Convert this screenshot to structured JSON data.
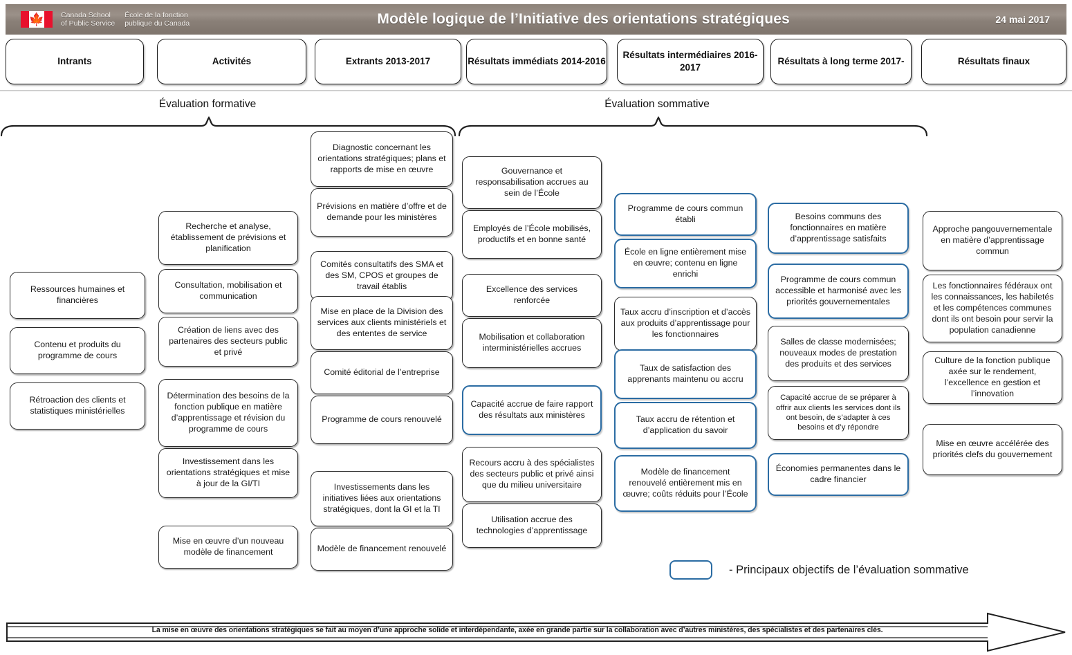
{
  "header": {
    "org_en": "Canada School\nof Public Service",
    "org_fr": "École de la fonction\npublique du Canada",
    "title": "Modèle logique de l’Initiative des orientations stratégiques",
    "date": "24 mai 2017",
    "flag_icon": "canada-flag-icon"
  },
  "columns": [
    {
      "id": "intrants",
      "label": "Intrants"
    },
    {
      "id": "activites",
      "label": "Activités"
    },
    {
      "id": "extrants",
      "label": "Extrants\n2013-2017"
    },
    {
      "id": "immediats",
      "label": "Résultats immédiats\n2014-2016"
    },
    {
      "id": "intermediaires",
      "label": "Résultats intermédiaires\n2016-2017"
    },
    {
      "id": "long-terme",
      "label": "Résultats à long terme\n2017-"
    },
    {
      "id": "finaux",
      "label": "Résultats finaux"
    }
  ],
  "evaluations": [
    {
      "id": "formative",
      "label": "Évaluation formative"
    },
    {
      "id": "sommative",
      "label": "Évaluation sommative"
    }
  ],
  "nodes": {
    "intrants": [
      "Ressources humaines et financières",
      "Contenu et produits du programme de cours",
      "Rétroaction des clients et statistiques ministérielles"
    ],
    "activites": [
      "Recherche et analyse, établissement de prévisions et planification",
      "Consultation, mobilisation et communication",
      "Création de liens avec des partenaires des secteurs public et privé",
      "Détermination des besoins de la fonction publique en matière d’apprentissage et révision du programme de cours",
      "Investissement dans les orientations stratégiques et mise à jour de la GI/TI",
      "Mise en œuvre d’un nouveau modèle de financement"
    ],
    "extrants": [
      "Diagnostic concernant les orientations stratégiques; plans et rapports de mise en œuvre",
      "Prévisions en matière d’offre et de demande pour les ministères",
      "Comités consultatifs des SMA et des SM, CPOS et groupes de travail établis",
      "Mise en place de la Division des services aux clients ministériels et des ententes de service",
      "Comité  éditorial de l’entreprise",
      "Programme de cours renouvelé",
      "Investissements dans les initiatives liées aux orientations stratégiques, dont la GI et la TI",
      "Modèle de financement renouvelé"
    ],
    "immediats": [
      "Gouvernance et responsabilisation accrues au sein de l’École",
      "Employés de l’École mobilisés, productifs et en bonne santé",
      "Excellence des services renforcée",
      "Mobilisation et collaboration interministérielles accrues",
      "Capacité accrue de faire rapport des résultats aux ministères",
      "Recours accru à des spécialistes des secteurs public et privé ainsi que du milieu universitaire",
      "Utilisation accrue des technologies d’apprentissage"
    ],
    "intermediaires": [
      "Programme de cours commun établi",
      "École en ligne entièrement mise en œuvre; contenu en ligne enrichi",
      "Taux accru d’inscription et d’accès aux produits d’apprentissage pour les fonctionnaires",
      "Taux de satisfaction  des apprenants maintenu ou accru",
      "Taux accru de rétention et d’application du savoir",
      "Modèle de financement renouvelé entièrement mis en œuvre; coûts réduits pour l’École"
    ],
    "long-terme": [
      "Besoins communs des fonctionnaires en matière d’apprentissage satisfaits",
      "Programme de cours commun accessible et harmonisé avec les priorités gouvernementales",
      "Salles de classe modernisées; nouveaux modes de prestation des produits et des services",
      "Capacité accrue de se préparer à offrir aux clients les services dont ils ont besoin, de s’adapter à ces besoins et d’y répondre",
      "Économies permanentes dans le cadre financier"
    ],
    "finaux": [
      "Approche pangouvernementale en matière d’apprentissage commun",
      "Les fonctionnaires fédéraux ont les connaissances, les habiletés et les compétences communes dont ils ont besoin pour servir la population canadienne",
      "Culture de la fonction publique axée sur le rendement, l’excellence en gestion et l’innovation",
      "Mise en œuvre accélérée des priorités clefs du gouvernement"
    ]
  },
  "legend": {
    "text": "- Principaux objectifs de l’évaluation sommative",
    "swatch_color": "#2b6ca3"
  },
  "bottom_banner": {
    "text": "La mise en œuvre des orientations stratégiques se fait au moyen d’une approche solide et interdépendante, axée en grande partie sur la collaboration avec d’autres ministères, des spécialistes et des partenaires clés."
  },
  "colors": {
    "banner": "#8d8279",
    "highlight": "#2b6ca3",
    "border": "#2b2b2b"
  }
}
